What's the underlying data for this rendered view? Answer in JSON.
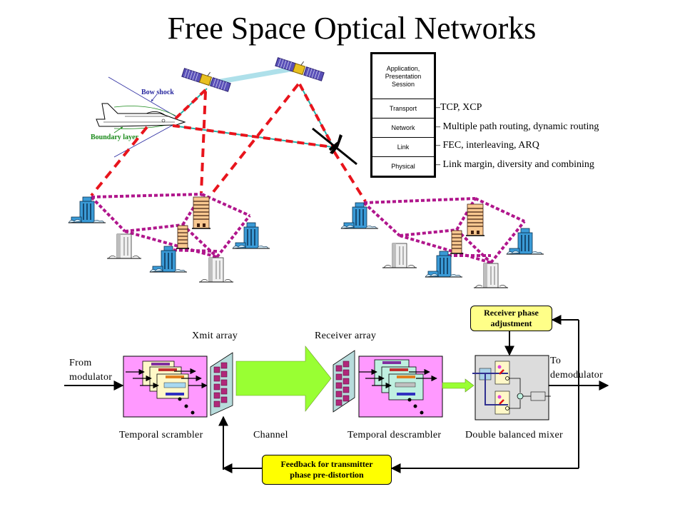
{
  "title": "Free Space Optical Networks",
  "network_scene": {
    "aircraft_labels": {
      "bow_shock": "Bow shock",
      "boundary_layer": "Boundary layer"
    },
    "colors": {
      "optical_link": "#e8141c",
      "link_highlight": "#20b2aa",
      "ground_mesh": "#b0168c",
      "inter_satellite": "#aee0ea",
      "bow_shock": "#2a2aa0",
      "boundary_layer": "#1a8a1a"
    }
  },
  "osi_stack": {
    "layers": [
      {
        "name": "Application,\nPresentation\nSession",
        "description": ""
      },
      {
        "name": "Transport",
        "description": "–TCP, XCP"
      },
      {
        "name": "Network",
        "description": "– Multiple path routing, dynamic routing"
      },
      {
        "name": "Link",
        "description": "– FEC, interleaving, ARQ"
      },
      {
        "name": "Physical",
        "description": "– Link margin, diversity and combining"
      }
    ]
  },
  "signal_chain": {
    "input_label": "From\nmodulator",
    "from_label_line1": "From",
    "from_label_line2": "modulator",
    "xmit_array": "Xmit array",
    "receiver_array": "Receiver array",
    "temporal_scrambler": "Temporal scrambler",
    "channel": "Channel",
    "temporal_descrambler": "Temporal descrambler",
    "double_balanced_mixer": "Double balanced mixer",
    "output_line1": "To",
    "output_line2": "demodulator",
    "receiver_phase_adjustment": "Receiver phase\nadjustment",
    "feedback_box": "Feedback for transmitter\nphase pre-distortion",
    "colors": {
      "scrambler_bg": "#ff99ff",
      "channel_arrow": "#99ff33",
      "array_panel": "#b8dcdc",
      "array_elements": "#b0287a",
      "mixer_bg": "#dcdcdc",
      "callout_yellow": "#ffff00",
      "callout_pale": "#ffff88"
    }
  }
}
